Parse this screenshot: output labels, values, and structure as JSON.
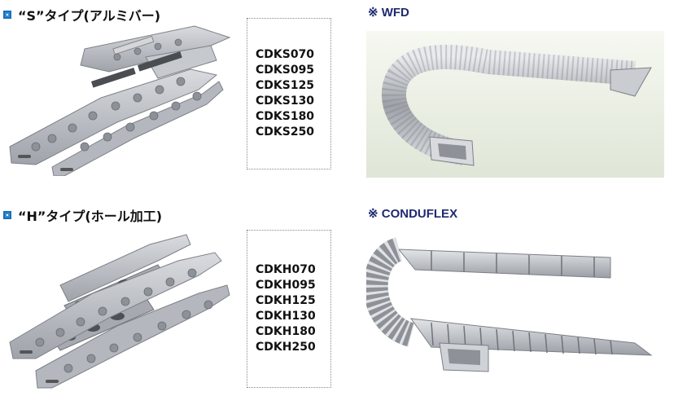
{
  "sections": [
    {
      "heading": "“S”タイプ(アルミバー)",
      "models": [
        "CDKS070",
        "CDKS095",
        "CDKS125",
        "CDKS130",
        "CDKS180",
        "CDKS250"
      ]
    },
    {
      "heading": "“H”タイプ(ホール加工)",
      "models": [
        "CDKH070",
        "CDKH095",
        "CDKH125",
        "CDKH130",
        "CDKH180",
        "CDKH250"
      ]
    }
  ],
  "brands": [
    {
      "label": "※ WFD"
    },
    {
      "label": "※ CONDUFLEX"
    }
  ],
  "colors": {
    "bullet": "#2f8fdc",
    "brand_heading": "#1f2a72",
    "metal": "#b9bcc2"
  }
}
